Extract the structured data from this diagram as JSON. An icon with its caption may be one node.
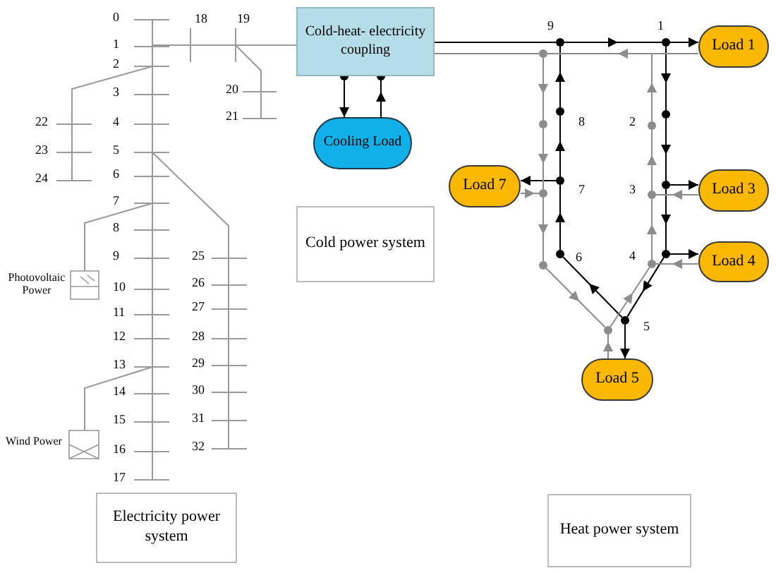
{
  "diagram": {
    "nodes": [
      {
        "text": [
          "Cold-heat- electricity coupling"
        ]
      },
      {
        "text": [
          "Cooling Load"
        ]
      },
      {
        "text": [
          "Cold power system"
        ]
      },
      {
        "text": [
          "Load 1"
        ]
      },
      {
        "text": [
          "Load 3"
        ]
      },
      {
        "text": [
          "Load 4"
        ]
      },
      {
        "text": [
          "Load  5"
        ]
      },
      {
        "text": [
          "Load 7"
        ]
      },
      {
        "text": [
          "Electricity power system"
        ]
      },
      {
        "text": [
          "Heat power system"
        ]
      },
      {
        "text": [],
        "shape": "circle"
      },
      {
        "text": [],
        "shape": "circle"
      },
      {
        "text": [],
        "shape": "circle"
      },
      {
        "text": [],
        "shape": "circle"
      },
      {
        "text": [],
        "shape": "circle"
      },
      {
        "text": [],
        "shape": "circle"
      },
      {
        "text": [],
        "shape": "circle"
      },
      {
        "text": [],
        "shape": "circle"
      },
      {
        "text": [],
        "shape": "circle"
      },
      {
        "text": [],
        "shape": "circle"
      },
      {
        "text": [],
        "shape": "circle"
      },
      {
        "text": [],
        "shape": "circle"
      },
      {
        "text": [],
        "shape": "circle"
      },
      {
        "text": [],
        "shape": "circle"
      },
      {
        "text": [],
        "shape": "circle"
      },
      {
        "text": [],
        "shape": "circle"
      },
      {
        "text": [],
        "shape": "circle"
      }
    ],
    "edges": [
      {
        "from": 0,
        "to": 10,
        "arrow": "none"
      },
      {
        "from": 10,
        "to": 11,
        "arrow": "to"
      },
      {
        "from": 11,
        "to": 3,
        "arrow": "to"
      },
      {
        "from": 11,
        "to": 12,
        "arrow": "to"
      },
      {
        "from": 12,
        "to": 13,
        "arrow": "to"
      },
      {
        "from": 13,
        "to": 4,
        "arrow": "to"
      },
      {
        "from": 13,
        "to": 14,
        "arrow": "to"
      },
      {
        "from": 14,
        "to": 5,
        "arrow": "to"
      },
      {
        "from": 14,
        "to": 15,
        "arrow": "to"
      },
      {
        "from": 15,
        "to": 6,
        "arrow": "to"
      },
      {
        "from": 15,
        "to": 16,
        "arrow": "to"
      },
      {
        "from": 16,
        "to": 17,
        "arrow": "to"
      },
      {
        "from": 17,
        "to": 7,
        "arrow": "to"
      },
      {
        "from": 17,
        "to": 18,
        "arrow": "to"
      },
      {
        "from": 18,
        "to": 10,
        "arrow": "to"
      },
      {
        "from": 0,
        "to": 1,
        "arrow": "to"
      },
      {
        "from": 1,
        "to": 0,
        "arrow": "to"
      },
      {
        "from": 3,
        "to": 19,
        "arrow": "to",
        "color": "#8c8c8c"
      },
      {
        "from": 20,
        "to": 19,
        "arrow": "to",
        "color": "#8c8c8c"
      },
      {
        "from": 4,
        "to": 21,
        "arrow": "to",
        "color": "#8c8c8c"
      },
      {
        "from": 21,
        "to": 20,
        "arrow": "to",
        "color": "#8c8c8c"
      },
      {
        "from": 5,
        "to": 22,
        "arrow": "to",
        "color": "#8c8c8c"
      },
      {
        "from": 22,
        "to": 21,
        "arrow": "to",
        "color": "#8c8c8c"
      },
      {
        "from": 23,
        "to": 22,
        "arrow": "to",
        "color": "#8c8c8c"
      },
      {
        "from": 6,
        "to": 23,
        "arrow": "to",
        "color": "#8c8c8c"
      },
      {
        "from": 24,
        "to": 23,
        "arrow": "to",
        "color": "#8c8c8c"
      },
      {
        "from": 7,
        "to": 25,
        "arrow": "to",
        "color": "#8c8c8c"
      },
      {
        "from": 25,
        "to": 24,
        "arrow": "to",
        "color": "#8c8c8c"
      },
      {
        "from": 26,
        "to": 25,
        "arrow": "to",
        "color": "#8c8c8c"
      },
      {
        "from": 19,
        "to": 26,
        "arrow": "to",
        "color": "#8c8c8c"
      },
      {
        "from": 19,
        "to": 0,
        "arrow": "none",
        "color": "#8c8c8c"
      }
    ],
    "labels": [
      "0",
      "1",
      "2",
      "3",
      "4",
      "5",
      "6",
      "7",
      "8",
      "9",
      "10",
      "11",
      "12",
      "13",
      "14",
      "15",
      "16",
      "17",
      "18",
      "19",
      "20",
      "21",
      "22",
      "23",
      "24",
      "25",
      "26",
      "27",
      "28",
      "29",
      "30",
      "31",
      "32",
      "Photovoltaic Power",
      "Wind Power",
      "9",
      "1",
      "8",
      "2",
      "7",
      "3",
      "6",
      "4",
      "5"
    ]
  }
}
